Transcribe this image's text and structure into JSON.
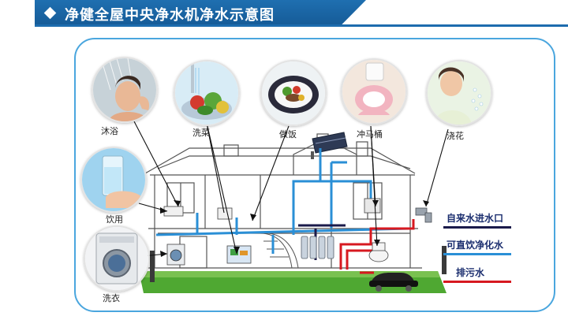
{
  "header": {
    "title": "净健全屋中央净水机净水示意图"
  },
  "photos": [
    {
      "label": "沐浴",
      "icon": "shower-icon"
    },
    {
      "label": "洗菜",
      "icon": "vegetables-icon"
    },
    {
      "label": "做饭",
      "icon": "dish-icon"
    },
    {
      "label": "冲马桶",
      "icon": "toilet-icon"
    },
    {
      "label": "浇花",
      "icon": "watering-icon"
    },
    {
      "label": "饮用",
      "icon": "water-glass-icon"
    },
    {
      "label": "洗衣",
      "icon": "washing-machine-icon"
    }
  ],
  "legend": [
    {
      "label": "自来水进水口",
      "color": "#1a1a4a"
    },
    {
      "label": "可直饮净化水",
      "color": "#2a8fd6"
    },
    {
      "label": "排污水",
      "color": "#d71920"
    }
  ],
  "colors": {
    "clean_pipe": "#2a8fd6",
    "waste_pipe": "#d71920",
    "inlet_pipe": "#1a1a4a",
    "frame": "#4aa6de"
  }
}
